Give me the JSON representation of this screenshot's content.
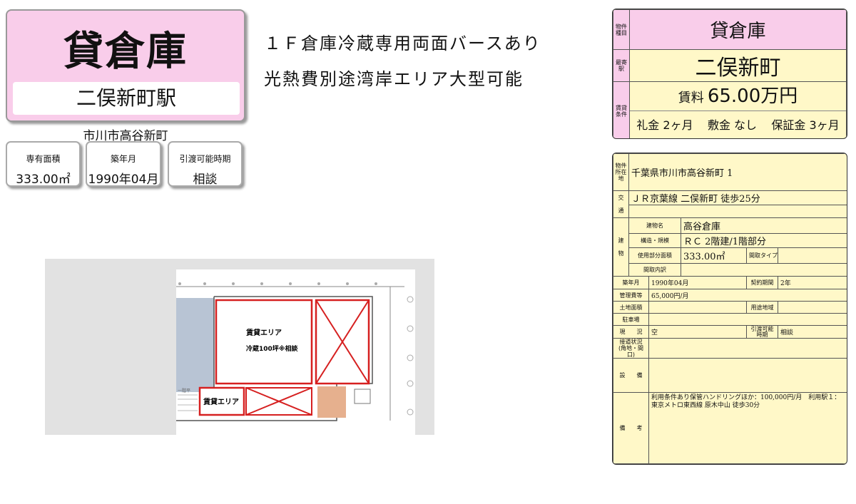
{
  "title": {
    "main": "貸倉庫",
    "station": "二俣新町駅",
    "address": "市川市高谷新町"
  },
  "stats": [
    {
      "label": "専有面積",
      "value": "333.00㎡"
    },
    {
      "label": "築年月",
      "value": "1990年04月"
    },
    {
      "label": "引渡可能時期",
      "value": "相談"
    }
  ],
  "headline": {
    "line1": "１Ｆ倉庫冷蔵専用両面バースあり",
    "line2": "光熱費別途湾岸エリア大型可能"
  },
  "floorplan": {
    "area_label_1": "賃貸エリア",
    "area_label_1_sub": "冷蔵100坪※相談",
    "area_label_2": "賃貸エリア",
    "small_label": "一階平"
  },
  "summary": {
    "label_type": "物件種目",
    "type": "貸倉庫",
    "label_station": "最寄駅",
    "station": "二俣新町",
    "label_terms": "賃貸条件",
    "rent_label": "賃料",
    "rent_value": "65.00万円",
    "key_money_label": "礼金",
    "key_money": "2ヶ月",
    "deposit_label": "敷金",
    "deposit": "なし",
    "guarantee_label": "保証金",
    "guarantee": "3ヶ月"
  },
  "details": {
    "label_location": "物件所在地",
    "location": "千葉県市川市高谷新町 1",
    "label_transport_1": "交",
    "label_transport_2": "通",
    "transport": "ＪＲ京葉線 二俣新町 徒歩25分",
    "label_building_1": "建",
    "label_building_2": "物",
    "bldg_name_label": "建物名",
    "bldg_name": "高谷倉庫",
    "structure_label": "構造・規模",
    "structure": "ＲＣ 2階建/1階部分",
    "area_label": "使用部分面積",
    "area": "333.00㎡",
    "layout_type_label": "間取タイプ",
    "layout_detail_label": "間取内訳",
    "built_label": "築年月",
    "built": "1990年04月",
    "contract_label": "契約期間",
    "contract": "2年",
    "mgmt_label": "管理費等",
    "mgmt": "65,000円/月",
    "land_area_label": "土地面積",
    "zoning_label": "用途地域",
    "parking_label": "駐車場",
    "status_label": "現　　況",
    "status": "空",
    "handover_label": "引渡可能時期",
    "handover": "相談",
    "road_label": "接道状況(角地・間口)",
    "facilities_label": "設　　備",
    "remarks_label": "備　　考",
    "remarks": "利用条件あり保管ハンドリングほか：100,000円/月　利用駅１：東京メトロ東西線 原木中山 徒歩30分"
  },
  "colors": {
    "pink": "#f9cdea",
    "yellow": "#fff8c8",
    "red_outline": "#d62020"
  }
}
